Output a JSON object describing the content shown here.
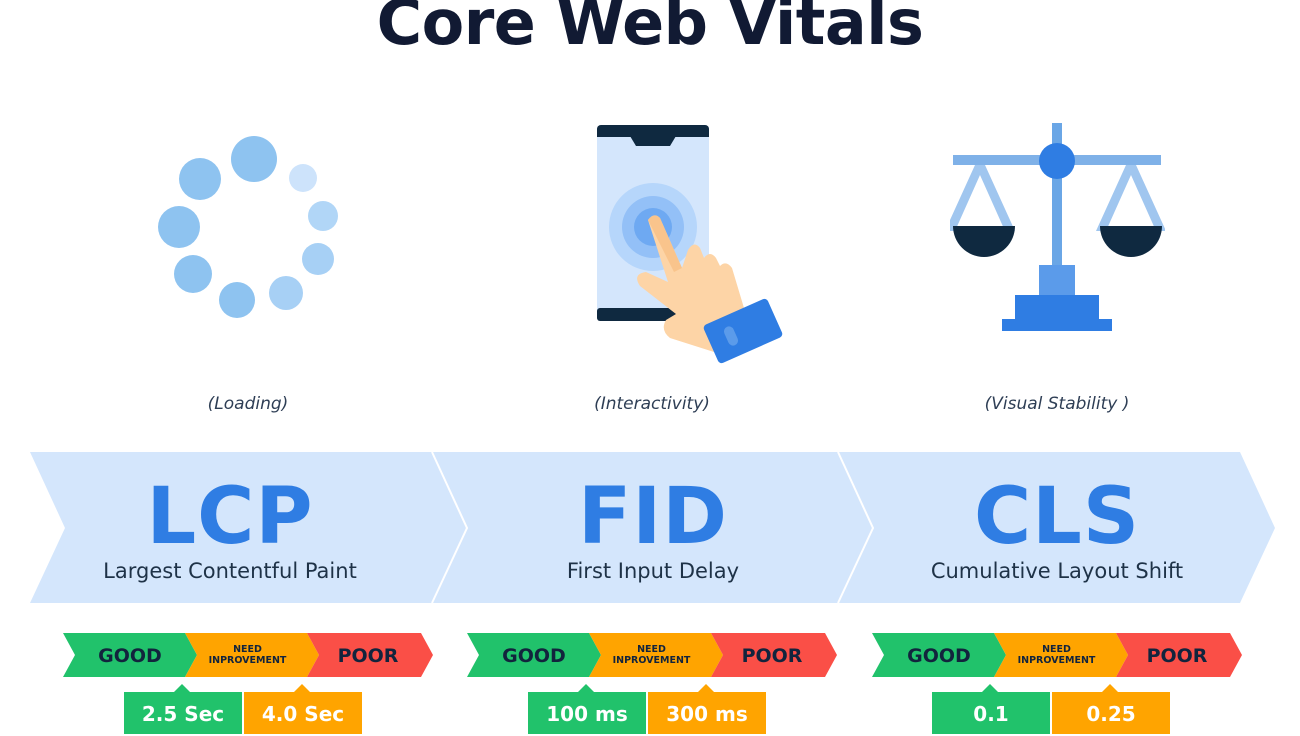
{
  "title": "Core Web Vitals",
  "colors": {
    "title": "#111a33",
    "accent_blue": "#2f7de3",
    "banner_bg": "#d4e6fc",
    "good": "#21c26b",
    "need_improvement": "#ffa400",
    "poor": "#fa4f47",
    "label_dark": "#12243d"
  },
  "categories": [
    {
      "icon": "loading-spinner-icon",
      "caption": "(Loading)",
      "abbr": "LCP",
      "full_name": "Largest Contentful Paint",
      "scale": {
        "good": "GOOD",
        "need_line1": "NEED",
        "need_line2": "INPROVEMENT",
        "poor": "POOR"
      },
      "thresholds": {
        "good": "2.5 Sec",
        "poor": "4.0 Sec"
      }
    },
    {
      "icon": "phone-tap-icon",
      "caption": "(Interactivity)",
      "abbr": "FID",
      "full_name": "First Input Delay",
      "scale": {
        "good": "GOOD",
        "need_line1": "NEED",
        "need_line2": "INPROVEMENT",
        "poor": "POOR"
      },
      "thresholds": {
        "good": "100 ms",
        "poor": "300 ms"
      }
    },
    {
      "icon": "balance-scale-icon",
      "caption": "(Visual Stability )",
      "abbr": "CLS",
      "full_name": "Cumulative Layout Shift",
      "scale": {
        "good": "GOOD",
        "need_line1": "NEED",
        "need_line2": "INPROVEMENT",
        "poor": "POOR"
      },
      "thresholds": {
        "good": "0.1",
        "poor": "0.25"
      }
    }
  ]
}
